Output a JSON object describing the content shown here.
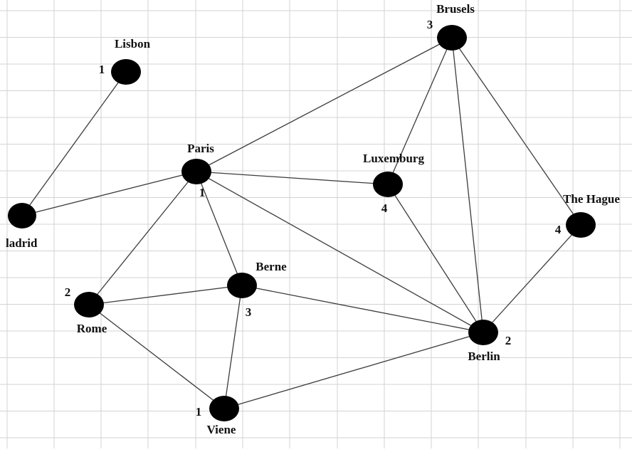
{
  "colors": {
    "background": "#ffffff",
    "grid": "#d3d3d3",
    "node": "#000000",
    "edge": "#3c3c3c",
    "text": "#111111"
  },
  "nodes": [
    {
      "id": "lisbon",
      "label": "Lisbon",
      "color_number": "1"
    },
    {
      "id": "madrid",
      "label": "ladrid",
      "color_number": ""
    },
    {
      "id": "paris",
      "label": "Paris",
      "color_number": "1"
    },
    {
      "id": "brusels",
      "label": "Brusels",
      "color_number": "3"
    },
    {
      "id": "luxemburg",
      "label": "Luxemburg",
      "color_number": "4"
    },
    {
      "id": "thehague",
      "label": "The Hague",
      "color_number": "4"
    },
    {
      "id": "berne",
      "label": "Berne",
      "color_number": "3"
    },
    {
      "id": "rome",
      "label": "Rome",
      "color_number": "2"
    },
    {
      "id": "berlin",
      "label": "Berlin",
      "color_number": "2"
    },
    {
      "id": "viene",
      "label": "Viene",
      "color_number": "1"
    }
  ],
  "edges": [
    [
      "lisbon",
      "madrid"
    ],
    [
      "madrid",
      "paris"
    ],
    [
      "paris",
      "brusels"
    ],
    [
      "paris",
      "luxemburg"
    ],
    [
      "paris",
      "rome"
    ],
    [
      "paris",
      "berne"
    ],
    [
      "paris",
      "berlin"
    ],
    [
      "brusels",
      "luxemburg"
    ],
    [
      "brusels",
      "berlin"
    ],
    [
      "brusels",
      "thehague"
    ],
    [
      "luxemburg",
      "berlin"
    ],
    [
      "thehague",
      "berlin"
    ],
    [
      "rome",
      "berne"
    ],
    [
      "rome",
      "viene"
    ],
    [
      "berne",
      "viene"
    ],
    [
      "berne",
      "berlin"
    ],
    [
      "viene",
      "berlin"
    ]
  ]
}
